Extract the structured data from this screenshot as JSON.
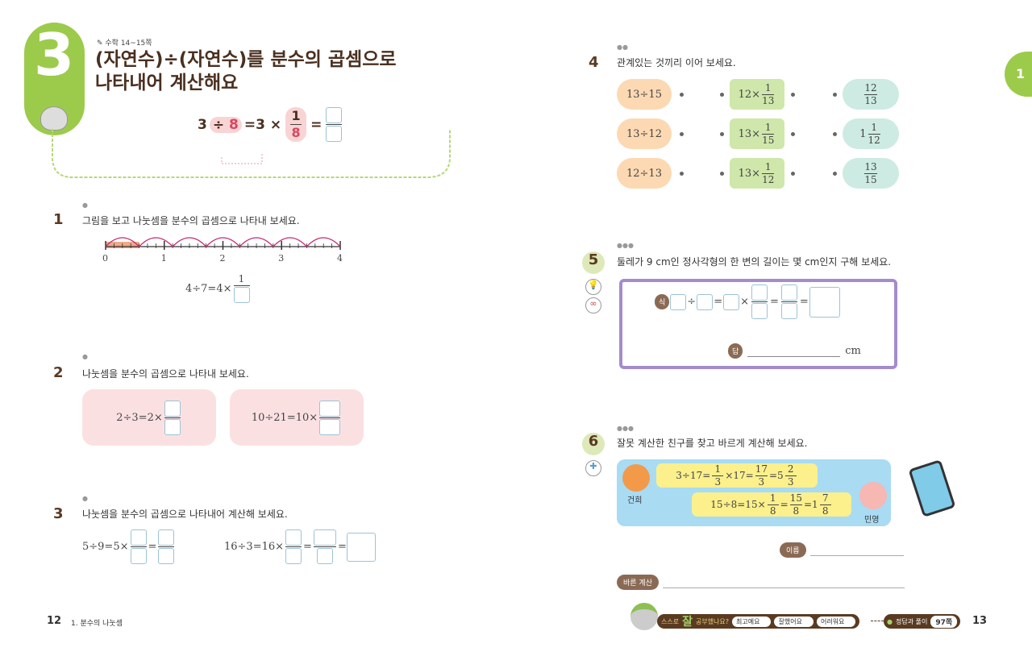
{
  "left": {
    "lesson_number": "3",
    "ref": "수학 14~15쪽",
    "title_line1": "(자연수)÷(자연수)를 분수의 곱셈으로",
    "title_line2": "나타내어 계산해요",
    "example": {
      "a": "3",
      "div": "÷",
      "b": "8",
      "eq1": "=3 ×",
      "num": "1",
      "den": "8",
      "eq2": "="
    },
    "q1": {
      "num": "1",
      "difficulty": "●",
      "text": "그림을 보고 나눗셈을 분수의 곱셈으로 나타내 보세요.",
      "ticks": [
        "0",
        "1",
        "2",
        "3",
        "4"
      ],
      "eq": "4÷7=4×",
      "frac_num": "1"
    },
    "q2": {
      "num": "2",
      "difficulty": "●",
      "text": "나눗셈을 분수의 곱셈으로 나타내 보세요.",
      "eq1": "2÷3=2×",
      "eq2": "10÷21=10×"
    },
    "q3": {
      "num": "3",
      "difficulty": "●",
      "text": "나눗셈을 분수의 곱셈으로 나타내어 계산해 보세요.",
      "eq1": "5÷9=5×",
      "eq2": "16÷3=16×",
      "equals": "="
    },
    "page_number": "12",
    "chapter": "1. 분수의 나눗셈"
  },
  "right": {
    "side_tab": "1",
    "q4": {
      "num": "4",
      "difficulty": "●●",
      "text": "관계있는 것끼리 이어 보세요.",
      "left": [
        "13÷15",
        "13÷12",
        "12÷13"
      ],
      "middle": [
        {
          "w": "12×",
          "n": "1",
          "d": "13"
        },
        {
          "w": "13×",
          "n": "1",
          "d": "15"
        },
        {
          "w": "13×",
          "n": "1",
          "d": "12"
        }
      ],
      "right": [
        {
          "w": "",
          "n": "12",
          "d": "13"
        },
        {
          "w": "1",
          "n": "1",
          "d": "12"
        },
        {
          "w": "",
          "n": "13",
          "d": "15"
        }
      ]
    },
    "q5": {
      "num": "5",
      "difficulty": "●●●",
      "text": "둘레가 9 cm인 정사각형의 한 변의 길이는 몇 cm인지 구해 보세요.",
      "formula_label": "식",
      "answer_label": "답",
      "unit": "cm",
      "div": "÷",
      "eq": "=",
      "times": "×"
    },
    "q6": {
      "num": "6",
      "difficulty": "●●●",
      "text": "잘못 계산한 친구를 찾고 바르게 계산해 보세요.",
      "friend1": "건희",
      "friend2": "민영",
      "calc1": {
        "a": "3÷17=",
        "f1n": "1",
        "f1d": "3",
        "b": "×17=",
        "f2n": "17",
        "f2d": "3",
        "c": "=5",
        "mn": "2",
        "md": "3"
      },
      "calc2": {
        "a": "15÷8=15×",
        "f1n": "1",
        "f1d": "8",
        "b": "=",
        "f2n": "15",
        "f2d": "8",
        "c": "=1",
        "mn": "7",
        "md": "8"
      },
      "name_label": "이름",
      "correct_label": "바른 계산"
    },
    "self_check": {
      "label_pre": "스스로",
      "label_big": "잘",
      "label_post": "공부했나요?",
      "options": [
        "최고예요",
        "잘했어요",
        "어려워요"
      ],
      "answer_ref": "정답과 풀이",
      "answer_page": "97쪽"
    },
    "page_number": "13"
  }
}
